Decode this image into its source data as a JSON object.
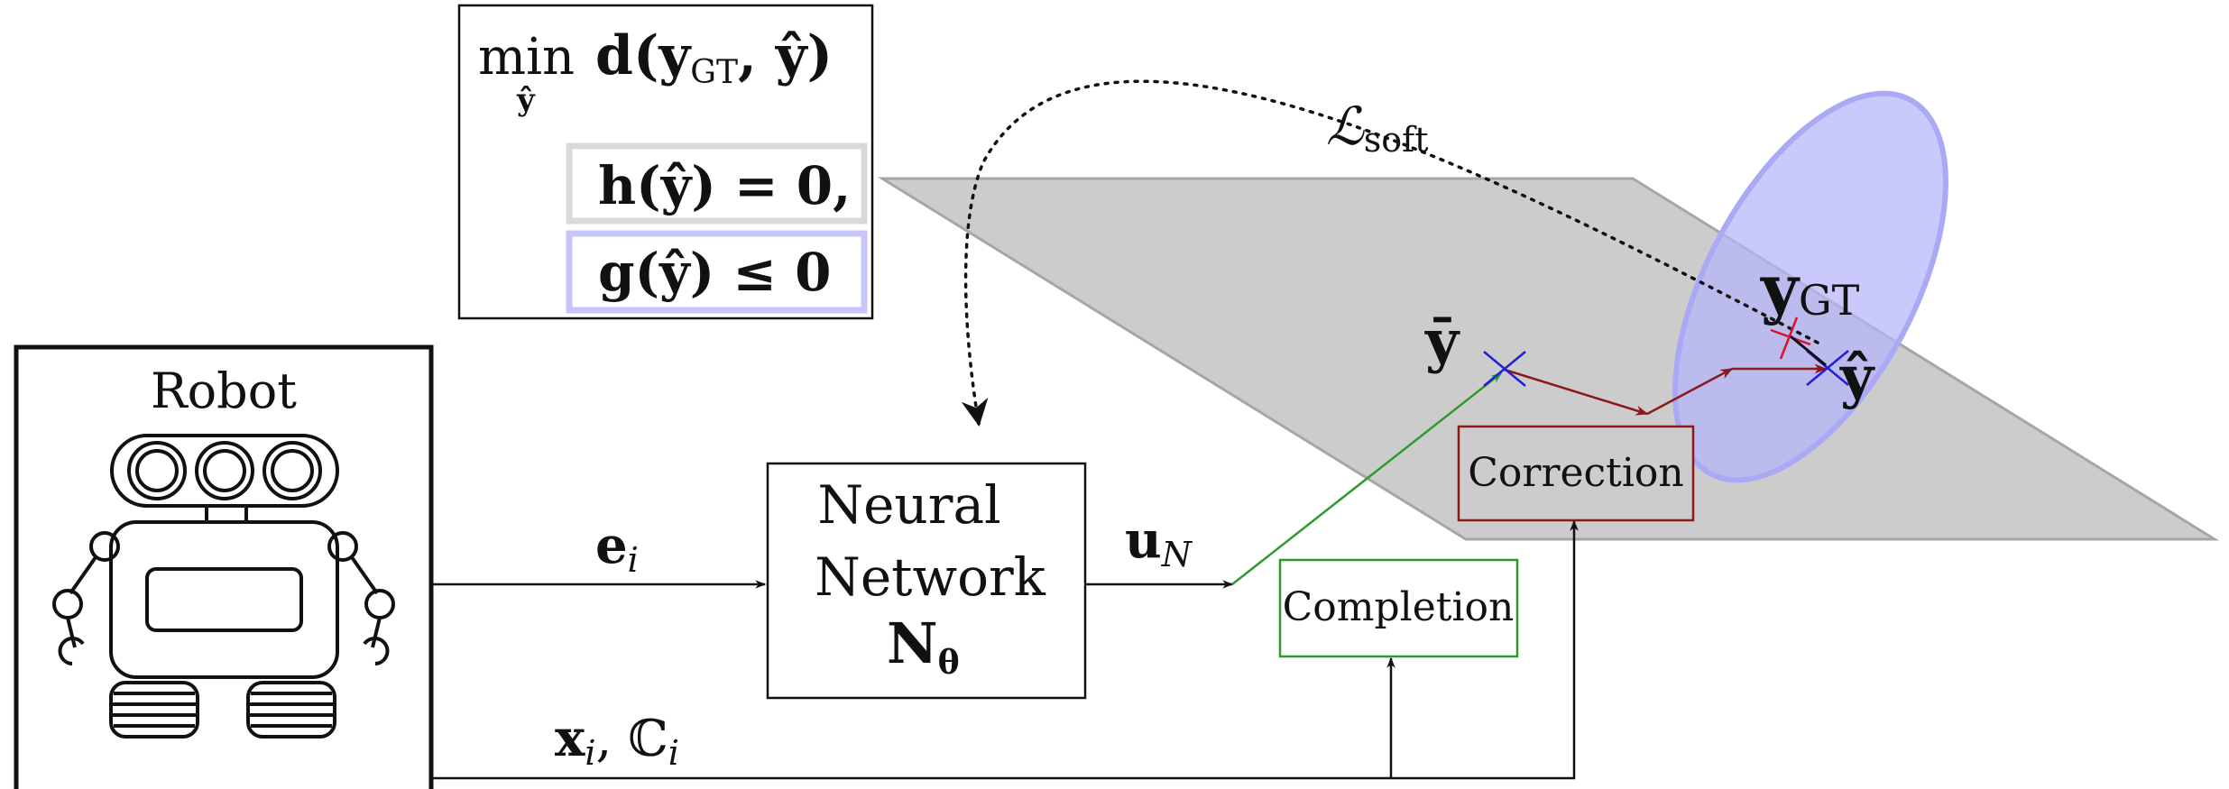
{
  "robot": {
    "title": "Robot"
  },
  "optimization": {
    "objective_min": "min",
    "objective_sub": "ŷ",
    "objective_expr": "d(y",
    "objective_gt_sub": "GT",
    "objective_tail": ", ŷ)",
    "equality": "h(ŷ) = 0,",
    "inequality": "g(ŷ) ≤ 0"
  },
  "network": {
    "line1": "Neural",
    "line2": "Network",
    "symbol": "N",
    "symbol_sub": "θ"
  },
  "edges": {
    "input_label": "e",
    "input_sub": "i",
    "output_label": "u",
    "output_sub": "N",
    "bottom_label": "x",
    "bottom_sub": "i",
    "bottom_tail": ", ℂ",
    "bottom_tail_sub": "i",
    "loss_label": "ℒ",
    "loss_sub": "soft"
  },
  "boxes": {
    "completion": "Completion",
    "correction": "Correction"
  },
  "points": {
    "ybar": "ȳ",
    "ygt": "y",
    "ygt_sub": "GT",
    "yhat": "ŷ"
  },
  "colors": {
    "completion": "#2e9a2e",
    "correction": "#8b1a1a",
    "ellipse_fill": "#c4c4fb",
    "ellipse_stroke": "#a9a9f5",
    "plane": "#cccccc",
    "eq_border": "#d9d9d9",
    "ineq_border": "#c6c6fa"
  }
}
